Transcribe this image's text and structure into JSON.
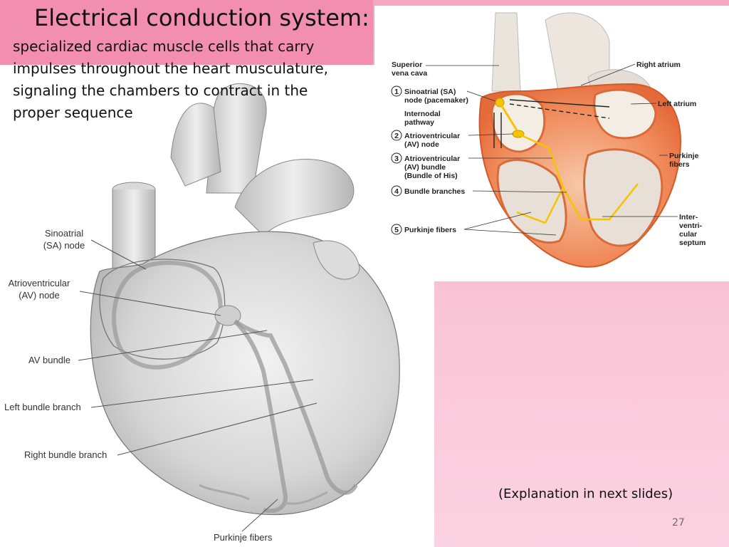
{
  "slide": {
    "title": "Electrical conduction system:",
    "subtitle": "specialized cardiac muscle cells that carry impulses throughout the heart musculature, signaling the chambers to contract in the proper sequence",
    "note": "(Explanation in next slides)",
    "page_number": "27"
  },
  "left_figure": {
    "labels": {
      "sa_node_line1": "Sinoatrial",
      "sa_node_line2": "(SA) node",
      "av_node_line1": "Atrioventricular",
      "av_node_line2": "(AV) node",
      "av_bundle": "AV bundle",
      "left_bundle_branch": "Left bundle branch",
      "right_bundle_branch": "Right bundle branch",
      "purkinje_fibers": "Purkinje fibers"
    }
  },
  "right_figure": {
    "labels": {
      "svc_line1": "Superior",
      "svc_line2": "vena cava",
      "sa_line1": "Sinoatrial (SA)",
      "sa_line2": "node (pacemaker)",
      "internodal_line1": "Internodal",
      "internodal_line2": "pathway",
      "av_node_line1": "Atrioventricular",
      "av_node_line2": "(AV) node",
      "av_bundle_line1": "Atrioventricular",
      "av_bundle_line2": "(AV) bundle",
      "av_bundle_line3": "(Bundle of His)",
      "bundle_branches": "Bundle branches",
      "purkinje_fibers": "Purkinje fibers",
      "right_atrium": "Right atrium",
      "left_atrium": "Left atrium",
      "purkinje_right_line1": "Purkinje",
      "purkinje_right_line2": "fibers",
      "septum_line1": "Inter-",
      "septum_line2": "ventri-",
      "septum_line3": "cular",
      "septum_line4": "septum"
    },
    "step_numbers": [
      "1",
      "2",
      "3",
      "4",
      "5"
    ]
  }
}
